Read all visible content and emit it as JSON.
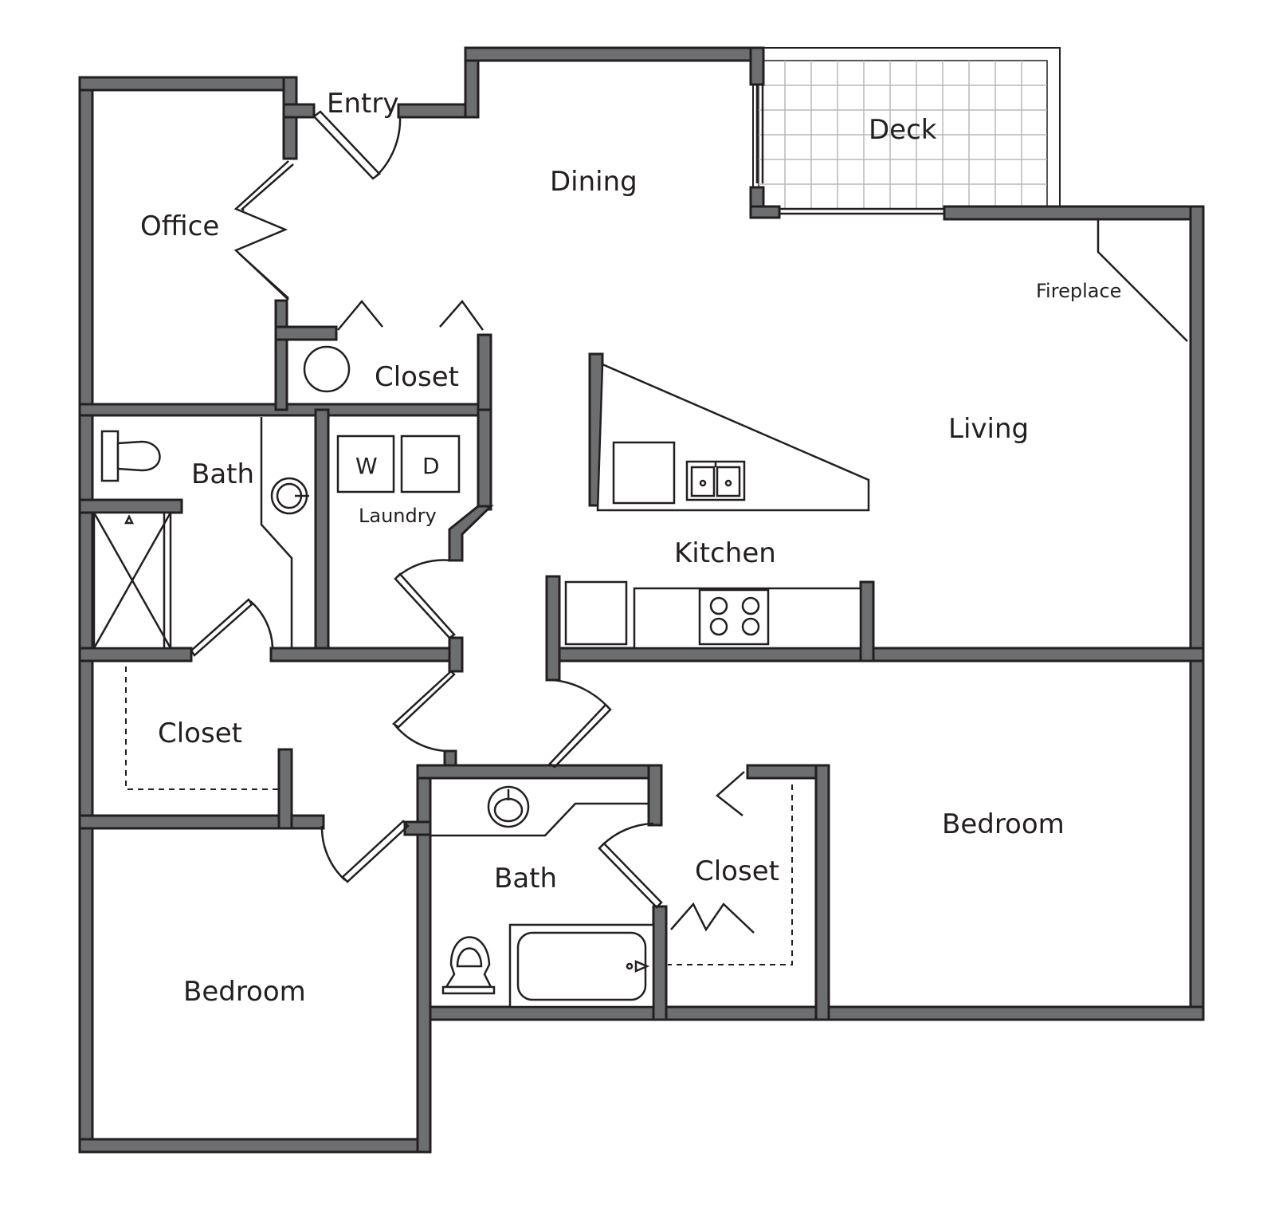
{
  "rooms": {
    "entry": "Entry",
    "dining": "Dining",
    "deck": "Deck",
    "office": "Office",
    "closet_entry": "Closet",
    "fireplace": "Fireplace",
    "living": "Living",
    "bath_left": "Bath",
    "laundry": "Laundry",
    "washer": "W",
    "dryer": "D",
    "kitchen": "Kitchen",
    "closet_left": "Closet",
    "bedroom_right": "Bedroom",
    "bath_center": "Bath",
    "closet_right": "Closet",
    "bedroom_left": "Bedroom"
  },
  "colors": {
    "wall_fill": "#6d6e70",
    "line": "#231f20",
    "deck_grid": "#b8b8b8"
  }
}
